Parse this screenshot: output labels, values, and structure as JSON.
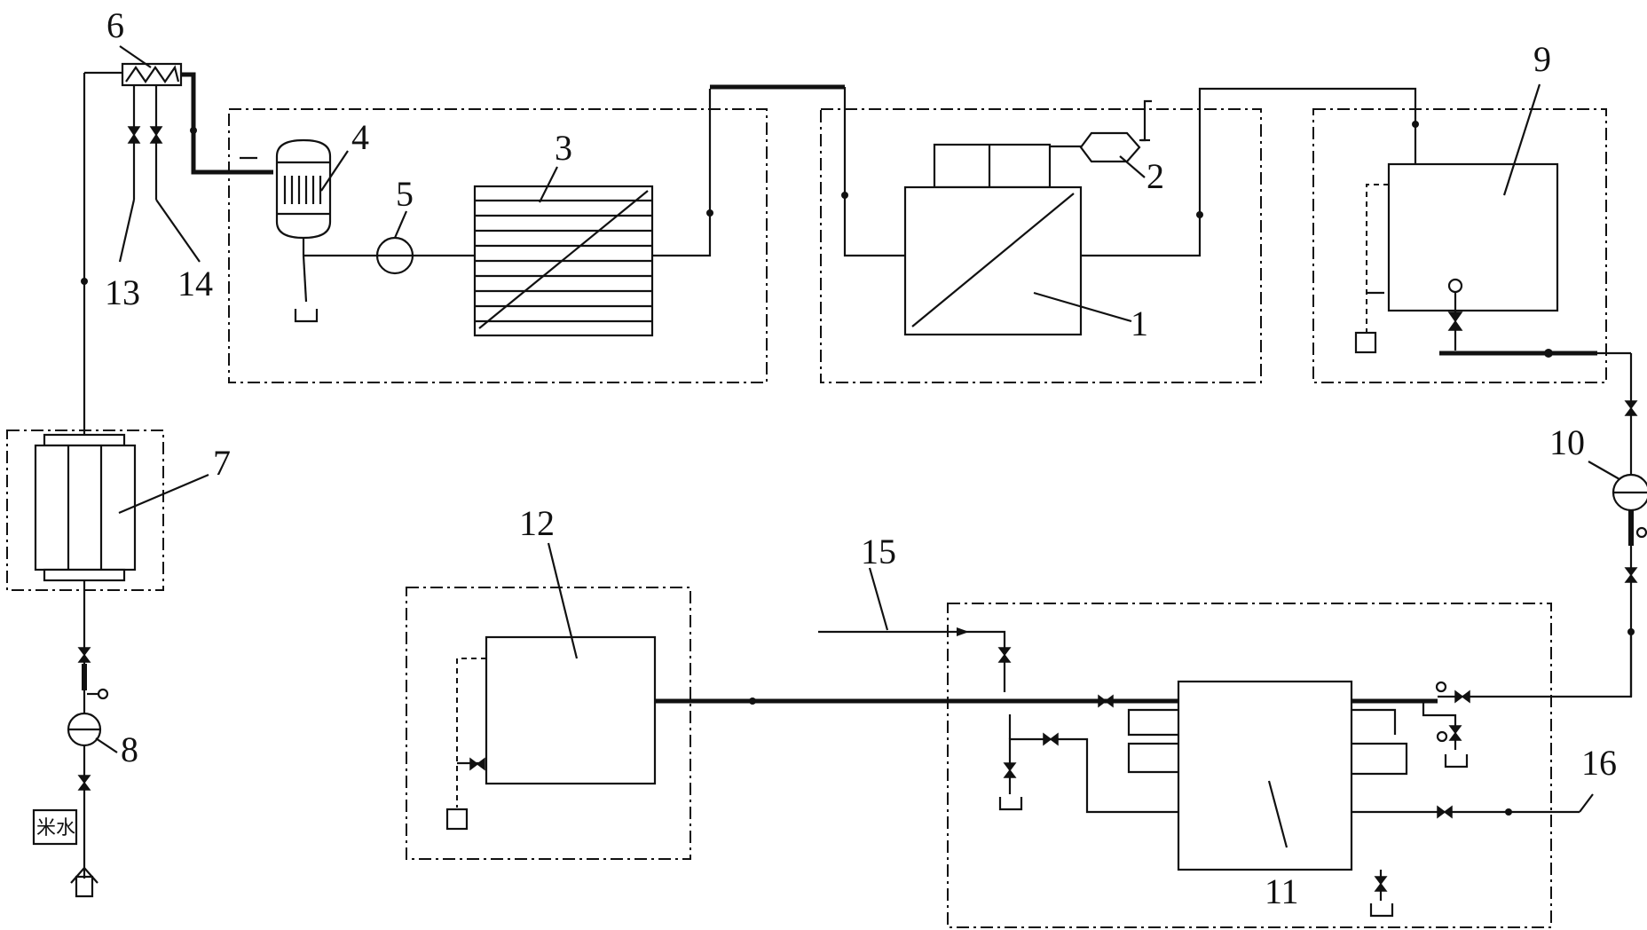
{
  "diagram": {
    "labels": {
      "l1": "1",
      "l2": "2",
      "l3": "3",
      "l4": "4",
      "l5": "5",
      "l6": "6",
      "l7": "7",
      "l8": "8",
      "l9": "9",
      "l10": "10",
      "l11": "11",
      "l12": "12",
      "l13": "13",
      "l14": "14",
      "l15": "15",
      "l16": "16"
    },
    "source_box_text": "米水"
  }
}
